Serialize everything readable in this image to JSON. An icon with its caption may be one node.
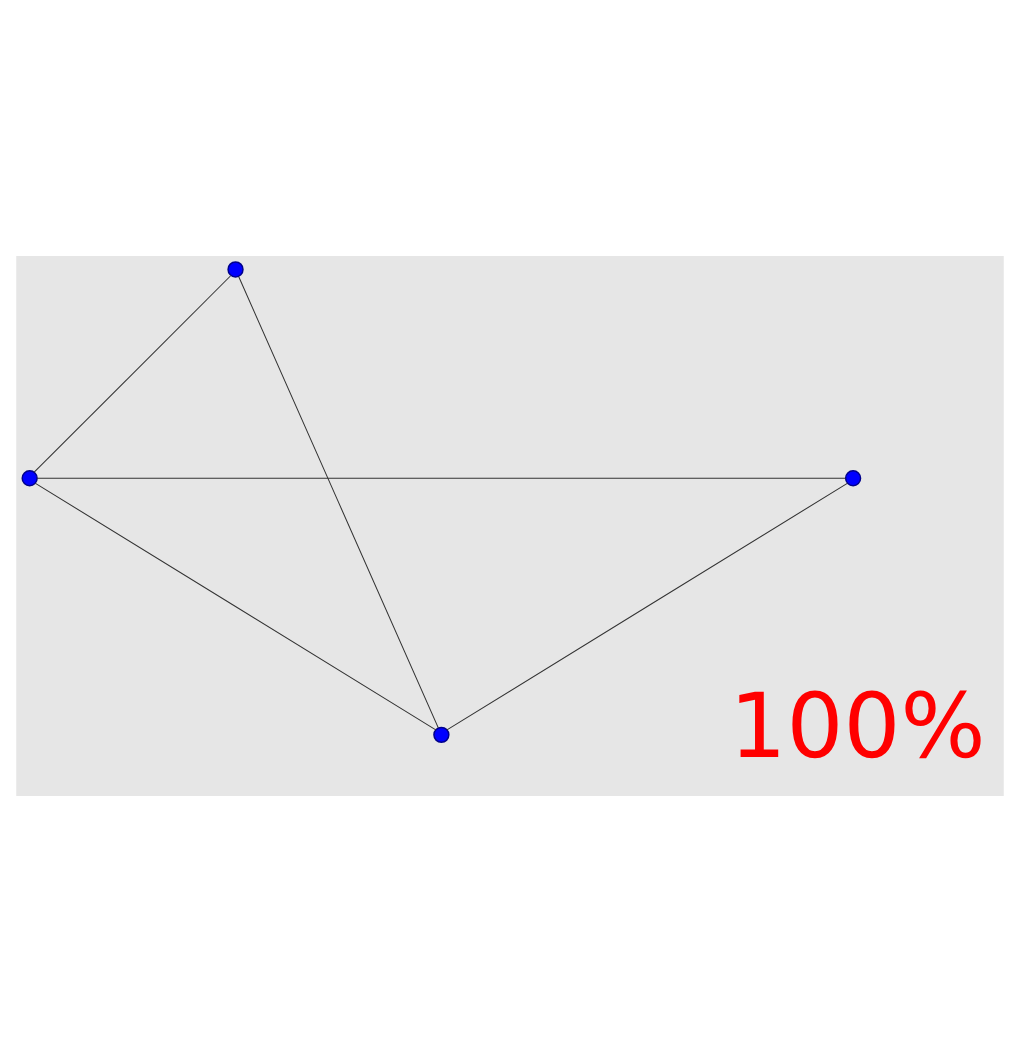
{
  "diagram": {
    "nodes": [
      {
        "text": [],
        "shape": "circle"
      },
      {
        "text": [],
        "shape": "circle"
      },
      {
        "text": [],
        "shape": "circle"
      },
      {
        "text": [],
        "shape": "circle"
      }
    ],
    "edges": [
      {
        "from": 0,
        "to": 1,
        "arrow": "none"
      },
      {
        "from": 0,
        "to": 3,
        "arrow": "none"
      },
      {
        "from": 1,
        "to": 2,
        "arrow": "none"
      },
      {
        "from": 1,
        "to": 3,
        "arrow": "none"
      },
      {
        "from": 2,
        "to": 3,
        "arrow": "none"
      }
    ],
    "labels": [
      "100%"
    ]
  }
}
